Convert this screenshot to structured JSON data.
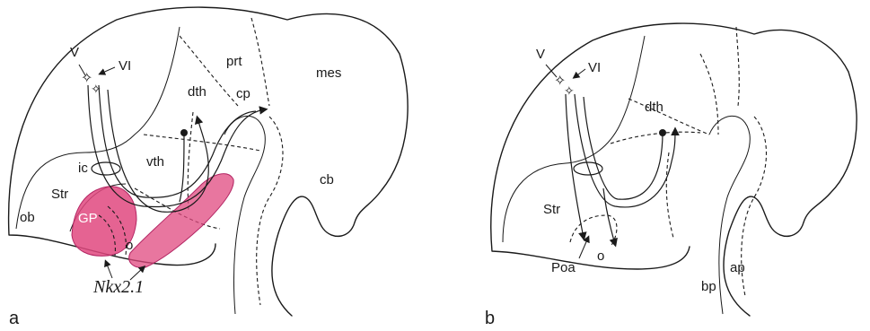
{
  "panels": [
    {
      "letter": "a",
      "regions": {
        "prt": "prt",
        "mes": "mes",
        "dth": "dth",
        "cp": "cp",
        "vth": "vth",
        "ic": "ic",
        "str": "Str",
        "ob": "ob",
        "gp": "GP",
        "cb": "cb",
        "o": "o",
        "v": "V",
        "vi": "VI"
      },
      "gene_label": "Nkx2.1",
      "highlight_color": "#e0487f"
    },
    {
      "letter": "b",
      "regions": {
        "v": "V",
        "vi": "VI",
        "dth": "dth",
        "str": "Str",
        "poa": "Poa",
        "o": "o",
        "ap": "ap",
        "bp": "bp"
      }
    }
  ]
}
